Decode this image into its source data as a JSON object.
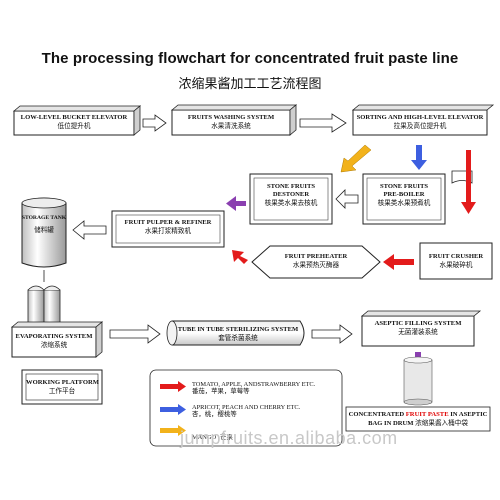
{
  "title": "The processing flowchart for concentrated fruit paste line",
  "subtitle": "浓缩果酱加工工艺流程图",
  "nodes": {
    "low_level_bucket_elevator": {
      "en": "LOW-LEVEL BUCKET ELEVATOR",
      "zh": "低位提升机"
    },
    "fruits_washing_system": {
      "en": "FRUITS WASHING SYSTEM",
      "zh": "水果清洗系统"
    },
    "sorting_high_level_elevator": {
      "en": "SORTING AND HIGH-LEVEL ELEVATOR",
      "zh": "拉果及高位提升机"
    },
    "stone_fruits_destoner": {
      "en1": "STONE FRUITS",
      "en2": "DESTONER",
      "zh": "核果类水果去核机"
    },
    "stone_fruits_preboiler": {
      "en1": "STONE FRUITS",
      "en2": "PRE-BOILER",
      "zh": "核果类水果预煮机"
    },
    "storage_tank": {
      "en": "STORAGE TANK",
      "zh": "储料罐"
    },
    "fruit_pulper_refiner": {
      "en": "FRUIT PULPER & REFINER",
      "zh": "水果打浆精致机"
    },
    "fruit_preheater": {
      "en": "FRUIT PREHEATER",
      "zh": "水果预热灭酶器"
    },
    "fruit_crusher": {
      "en": "FRUIT CRUSHER",
      "zh": "水果破碎机"
    },
    "evaporating_system": {
      "en": "EVAPORATING SYSTEM",
      "zh": "浓缩系统"
    },
    "tube_in_tube_sterilizing_system": {
      "en": "TUBE IN TUBE STERILIZING SYSTEM",
      "zh": "套管杀菌系统"
    },
    "aseptic_filling_system": {
      "en": "ASEPTIC FILLING SYSTEM",
      "zh": "无菌灌装系统"
    },
    "working_platform": {
      "en": "WORKING PLATFORM",
      "zh": "工作平台"
    },
    "concentrated_fruit_paste_bag": {
      "en_a": "CONCENTRATED ",
      "en_red": "FRUIT PASTE",
      "en_b": " IN ASEPTIC",
      "en2": "BAG IN DRUM",
      "zh": "浓缩果酱入桶中袋"
    }
  },
  "legend": [
    {
      "color": "#e31b1b",
      "en": "TOMATO, APPLE, ANDSTRAWBERRY ETC.",
      "zh": "番茄，苹果，草莓等"
    },
    {
      "color": "#3d5fe0",
      "en": "APRICOT, PEACH AND CHERRY ETC.",
      "zh": "杏，桃，樱桃等"
    },
    {
      "color": "#f2b21b",
      "en": "MANGO",
      "zh": "芒果"
    }
  ],
  "watermark": "jumpfruits.en.alibaba.com",
  "colors": {
    "red": "#e31b1b",
    "blue": "#3d5fe0",
    "orange": "#f2b21b",
    "purple": "#8a3fb0"
  }
}
